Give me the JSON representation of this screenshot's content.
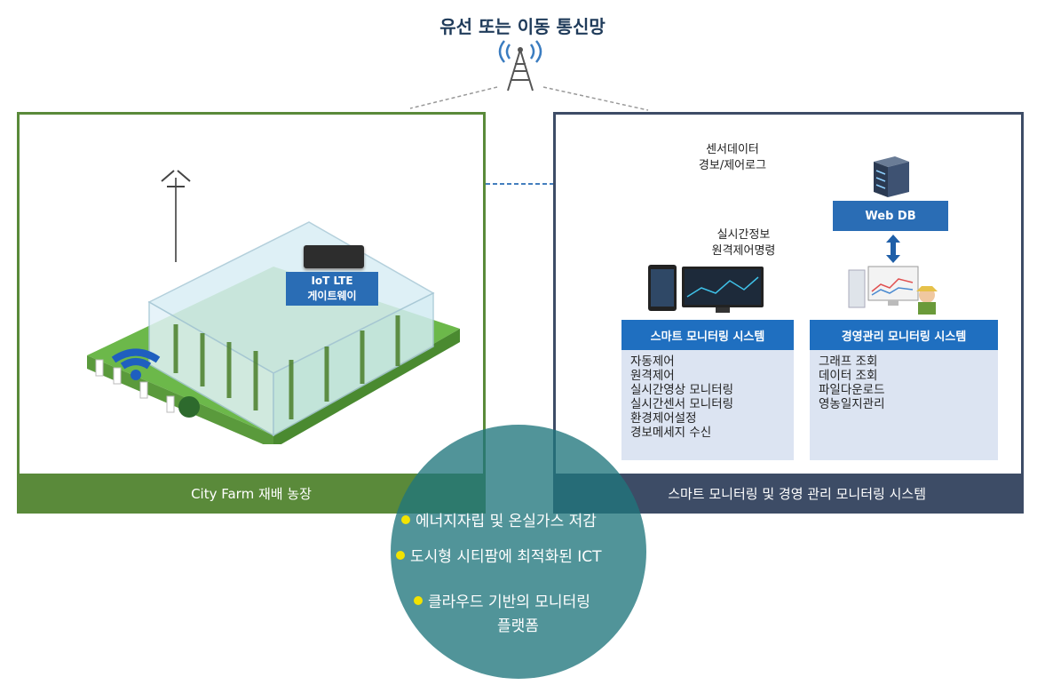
{
  "network": {
    "title": "유선 또는 이동 통신망"
  },
  "left_panel": {
    "footer": "City Farm 재배 농장",
    "gateway_label_line1": "IoT LTE",
    "gateway_label_line2": "게이트웨이"
  },
  "right_panel": {
    "footer": "스마트 모니터링 및 경영 관리 모니터링 시스템",
    "sensor_label_line1": "센서데이터",
    "sensor_label_line2": "경보/제어로그",
    "realtime_label_line1": "실시간정보",
    "realtime_label_line2": "원격제어명령",
    "webdb": "Web DB",
    "smart_system": {
      "title": "스마트 모니터링 시스템",
      "items": [
        "자동제어",
        "원격제어",
        "실시간영상 모니터링",
        "실시간센서 모니터링",
        "환경제어설정",
        "경보메세지 수신"
      ]
    },
    "mgmt_system": {
      "title": "경영관리 모니터링 시스템",
      "items": [
        "그래프 조회",
        "데이터 조회",
        "파일다운로드",
        "영농일지관리"
      ]
    }
  },
  "features": {
    "item1": "에너지자립 및 온실가스 저감",
    "item2": "도시형 시티팜에 최적화된 ICT",
    "item3_line1": "클라우드 기반의 모니터링",
    "item3_line2": "플랫폼"
  },
  "colors": {
    "left_green": "#5a8a3a",
    "right_navy": "#3d4c66",
    "accent_blue": "#1f6fc0",
    "circle_teal": "#20767c",
    "bullet_yellow": "#f2e300",
    "dashed_line": "#2a6db5",
    "arrow_red": "#c0282a"
  }
}
